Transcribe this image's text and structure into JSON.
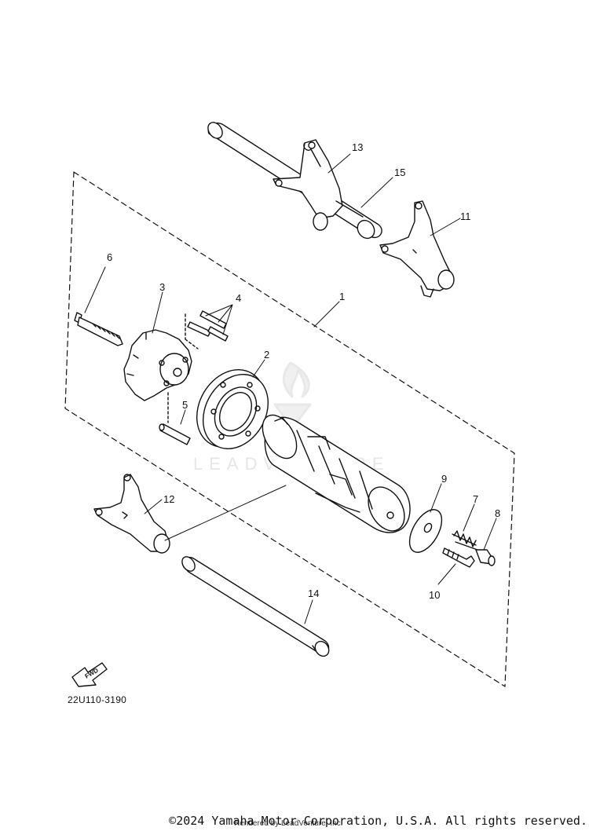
{
  "diagram": {
    "callouts": [
      "1",
      "2",
      "3",
      "4",
      "5",
      "6",
      "7",
      "8",
      "9",
      "10",
      "11",
      "12",
      "13",
      "14",
      "15"
    ],
    "fwd_label": "FWD",
    "drawing_code": "22U110-3190"
  },
  "watermark": {
    "text": "LEADVENTURE"
  },
  "footer": {
    "copyright": "©2024 Yamaha Motor Corporation, U.S.A. All rights reserved.",
    "rendered_by": "Rendered by LeadVenture, Inc."
  }
}
